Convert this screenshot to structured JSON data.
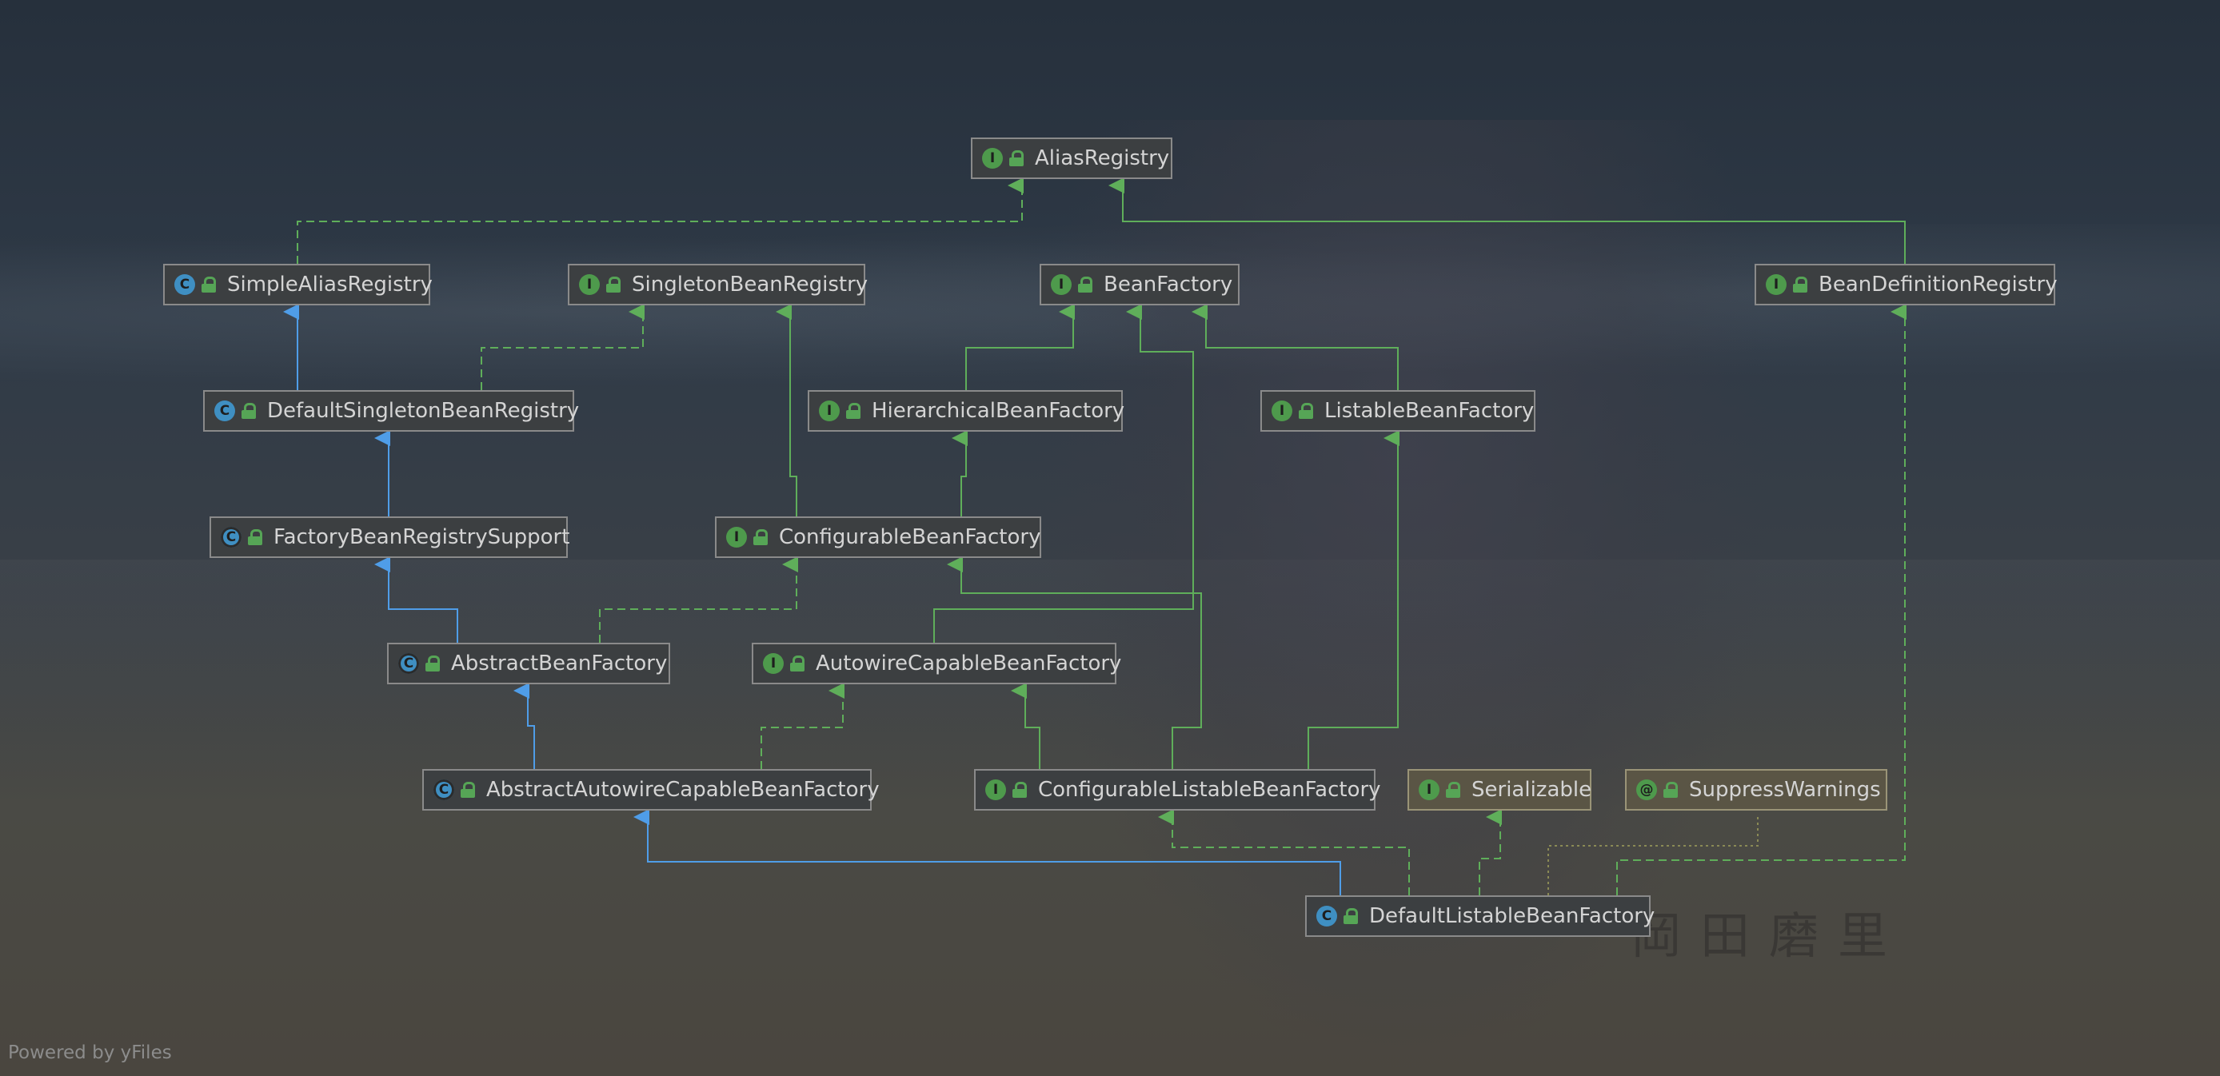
{
  "diagram": {
    "nodes": {
      "alias_registry": {
        "label": "AliasRegistry",
        "kind": "I"
      },
      "simple_alias_registry": {
        "label": "SimpleAliasRegistry",
        "kind": "C"
      },
      "singleton_bean_registry": {
        "label": "SingletonBeanRegistry",
        "kind": "I"
      },
      "bean_factory": {
        "label": "BeanFactory",
        "kind": "I"
      },
      "bean_definition_registry": {
        "label": "BeanDefinitionRegistry",
        "kind": "I"
      },
      "default_singleton_bean_registry": {
        "label": "DefaultSingletonBeanRegistry",
        "kind": "C"
      },
      "hierarchical_bean_factory": {
        "label": "HierarchicalBeanFactory",
        "kind": "I"
      },
      "listable_bean_factory": {
        "label": "ListableBeanFactory",
        "kind": "I"
      },
      "factory_bean_registry_support": {
        "label": "FactoryBeanRegistrySupport",
        "kind": "C"
      },
      "configurable_bean_factory": {
        "label": "ConfigurableBeanFactory",
        "kind": "I"
      },
      "abstract_bean_factory": {
        "label": "AbstractBeanFactory",
        "kind": "C"
      },
      "autowire_capable_bean_factory": {
        "label": "AutowireCapableBeanFactory",
        "kind": "I"
      },
      "abstract_autowire_capable_bean_factory": {
        "label": "AbstractAutowireCapableBeanFactory",
        "kind": "C"
      },
      "configurable_listable_bean_factory": {
        "label": "ConfigurableListableBeanFactory",
        "kind": "I"
      },
      "serializable": {
        "label": "Serializable",
        "kind": "I"
      },
      "suppress_warnings": {
        "label": "SuppressWarnings",
        "kind": "@"
      },
      "default_listable_bean_factory": {
        "label": "DefaultListableBeanFactory",
        "kind": "C"
      }
    },
    "footer": "Powered by yFiles",
    "background_text": "岡田磨里",
    "colors": {
      "extends_edge": "#4f9de8",
      "implements_edge": "#5fae5a",
      "interface_badge": "#4e9a4c",
      "class_badge": "#3f8fc2"
    }
  }
}
